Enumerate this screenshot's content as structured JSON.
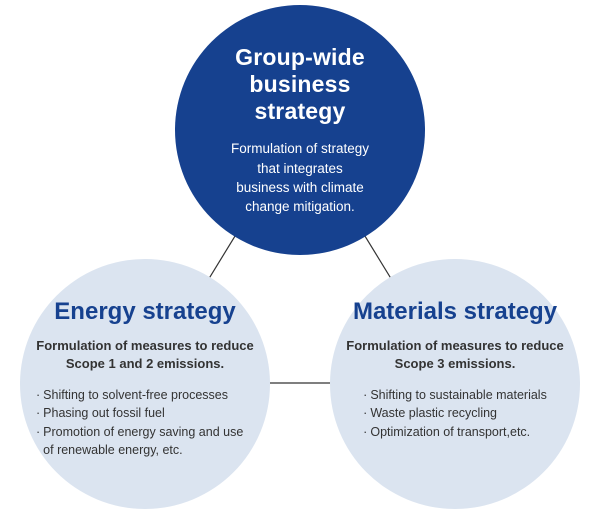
{
  "diagram": {
    "bullet_char": "·",
    "top_circle": {
      "title": "Group-wide\nbusiness\nstrategy",
      "description": "Formulation of strategy\nthat integrates\nbusiness with climate\nchange mitigation."
    },
    "left_circle": {
      "title": "Energy strategy",
      "subtitle": "Formulation of measures to reduce\nScope 1 and 2 emissions.",
      "bullets": [
        "Shifting to solvent-free processes",
        "Phasing out fossil fuel",
        "Promotion of energy saving and use of renewable energy, etc."
      ]
    },
    "right_circle": {
      "title": "Materials strategy",
      "subtitle": "Formulation of measures to reduce\nScope 3 emissions.",
      "bullets": [
        "Shifting to sustainable materials",
        "Waste plastic recycling",
        "Optimization of transport,etc."
      ]
    },
    "colors": {
      "primary_blue": "#16418f",
      "light_blue": "#dbe4f0",
      "connector": "#333333"
    }
  }
}
